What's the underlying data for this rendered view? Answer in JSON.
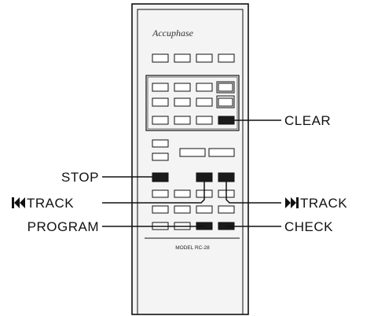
{
  "remote": {
    "brand": "Accuphase",
    "model_label": "MODEL RC-28"
  },
  "callouts": {
    "clear": "CLEAR",
    "stop": "STOP",
    "prev_track": "TRACK",
    "next_track": "TRACK",
    "program": "PROGRAM",
    "check": "CHECK"
  },
  "icons": {
    "prev_track": "skip-back-icon",
    "next_track": "skip-forward-icon"
  },
  "colors": {
    "line": "#111111",
    "body_fill": "#f4f4f4",
    "button_dark": "#1a1a1a"
  }
}
